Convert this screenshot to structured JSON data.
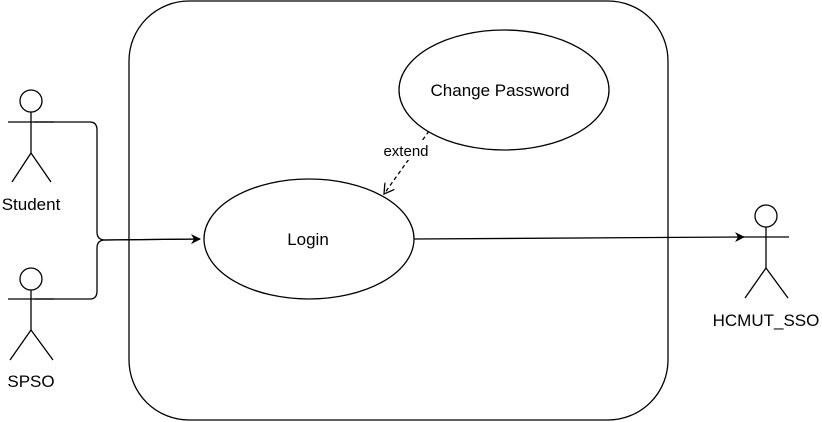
{
  "diagram": {
    "use_cases": {
      "change_password": "Change Password",
      "login": "Login"
    },
    "actors": {
      "student": "Student",
      "spso": "SPSO",
      "hcmut_sso": "HCMUT_SSO"
    },
    "relationships": {
      "extend_label": "extend"
    }
  }
}
